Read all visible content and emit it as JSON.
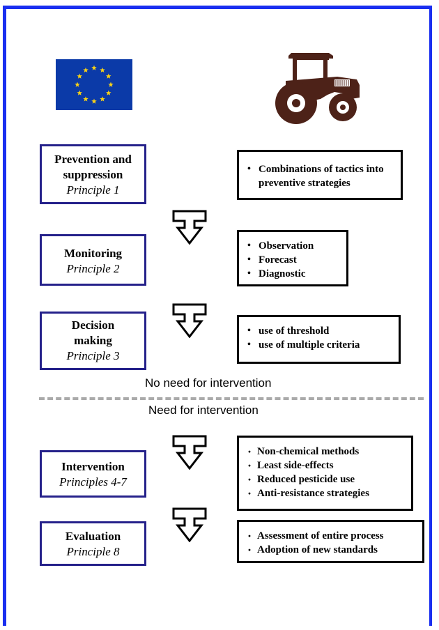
{
  "colors": {
    "frame": "#1a2ff0",
    "principle_border": "#25218a",
    "flag_blue": "#0b3aa8",
    "flag_star": "#f7d117",
    "tractor": "#4d2218"
  },
  "icons": {
    "flag": "eu-flag-icon",
    "tractor": "tractor-icon",
    "arrow": "down-arrow-icon"
  },
  "principles": [
    {
      "title": "Prevention and suppression",
      "subtitle": "Principle 1"
    },
    {
      "title": "Monitoring",
      "subtitle": "Principle 2"
    },
    {
      "title": "Decision making",
      "subtitle": "Principle 3"
    },
    {
      "title": "Intervention",
      "subtitle": "Principles 4-7"
    },
    {
      "title": "Evaluation",
      "subtitle": "Principle 8"
    }
  ],
  "actions": [
    {
      "items": [
        "Combinations of tactics into preventive strategies"
      ]
    },
    {
      "items": [
        "Observation",
        "Forecast",
        "Diagnostic"
      ]
    },
    {
      "items": [
        "use of threshold",
        "use of multiple criteria"
      ]
    },
    {
      "items": [
        "Non-chemical methods",
        "Least side-effects",
        "Reduced pesticide use",
        "Anti-resistance strategies"
      ]
    },
    {
      "items": [
        "Assessment of entire process",
        "Adoption of new standards"
      ]
    }
  ],
  "separator": {
    "above": "No need for intervention",
    "below": "Need for intervention"
  }
}
